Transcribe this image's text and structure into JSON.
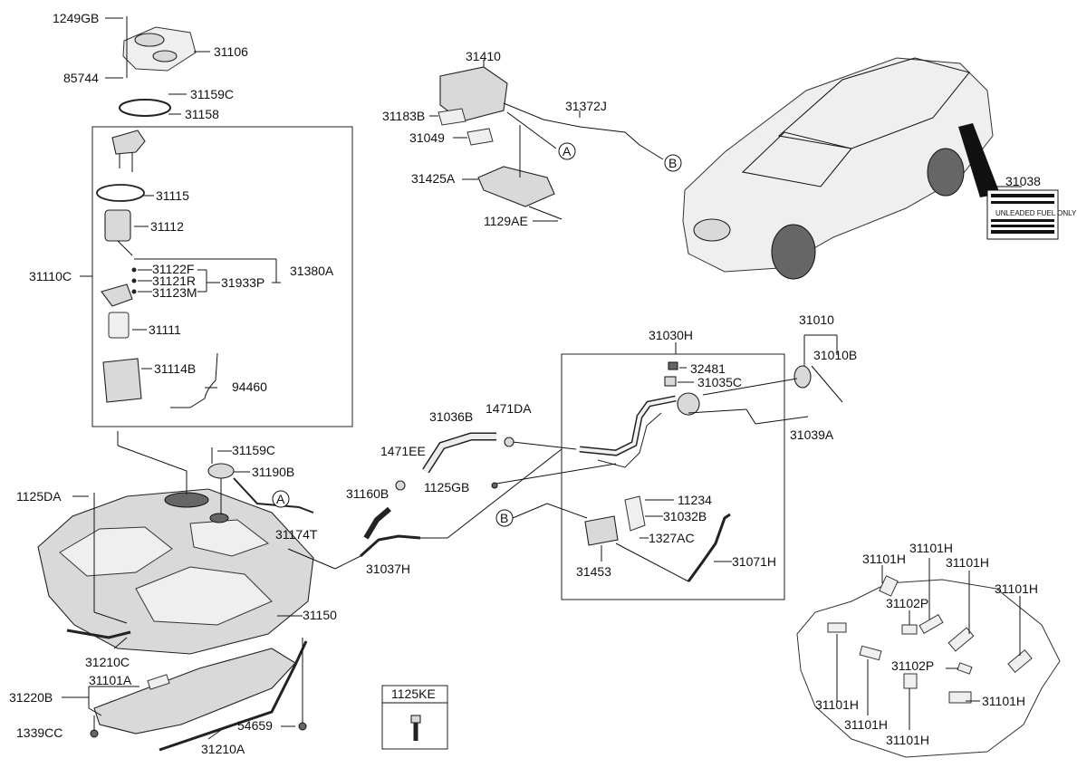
{
  "diagram": {
    "labels": {
      "l1249GB": "1249GB",
      "l85744": "85744",
      "l31106": "31106",
      "l31159C_top": "31159C",
      "l31158": "31158",
      "l31115": "31115",
      "l31112": "31112",
      "l31110C": "31110C",
      "l31122F": "31122F",
      "l31121R": "31121R",
      "l31123M": "31123M",
      "l31933P": "31933P",
      "l31380A": "31380A",
      "l31111": "31111",
      "l31114B": "31114B",
      "l94460": "94460",
      "l31410": "31410",
      "l31183B": "31183B",
      "l31049": "31049",
      "l31372J": "31372J",
      "l31425A": "31425A",
      "l1129AE": "1129AE",
      "l31038": "31038",
      "l31010": "31010",
      "l31010B": "31010B",
      "l31030H": "31030H",
      "l32481": "32481",
      "l31035C": "31035C",
      "l31039A": "31039A",
      "l31036B": "31036B",
      "l1471DA": "1471DA",
      "l1471EE": "1471EE",
      "l1125GB": "1125GB",
      "l11234": "11234",
      "l31032B": "31032B",
      "l1327AC": "1327AC",
      "l31160B": "31160B",
      "l31071H": "31071H",
      "l31453": "31453",
      "l31037H": "31037H",
      "l31159C_mid": "31159C",
      "l31190B": "31190B",
      "l31174T": "31174T",
      "l1125DA": "1125DA",
      "l31150": "31150",
      "l31210C": "31210C",
      "l31220B": "31220B",
      "l31101A": "31101A",
      "l1339CC": "1339CC",
      "l54659": "54659",
      "l31210A": "31210A",
      "l1125KE": "1125KE",
      "l31101H_1": "31101H",
      "l31101H_2": "31101H",
      "l31101H_3": "31101H",
      "l31101H_4": "31101H",
      "l31101H_5": "31101H",
      "l31101H_6": "31101H",
      "l31101H_7": "31101H",
      "l31101H_8": "31101H",
      "l31102P_1": "31102P",
      "l31102P_2": "31102P"
    },
    "refs": {
      "A1": "A",
      "A2": "A",
      "B1": "B",
      "B2": "B"
    },
    "fuel_label": {
      "line1": "UNLEADED FUEL ONLY"
    }
  }
}
